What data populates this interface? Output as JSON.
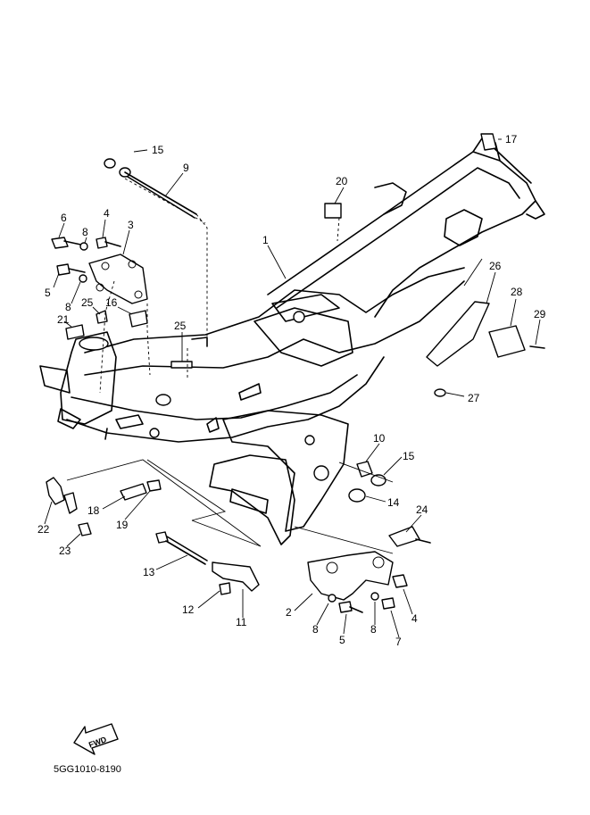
{
  "callouts": {
    "c1": "1",
    "c2": "2",
    "c3": "3",
    "c4a": "4",
    "c4b": "4",
    "c5a": "5",
    "c5b": "5",
    "c6": "6",
    "c7": "7",
    "c8a": "8",
    "c8b": "8",
    "c8c": "8",
    "c8d": "8",
    "c9": "9",
    "c10": "10",
    "c11": "11",
    "c12": "12",
    "c13": "13",
    "c14": "14",
    "c15a": "15",
    "c15b": "15",
    "c16": "16",
    "c17": "17",
    "c18": "18",
    "c19": "19",
    "c20": "20",
    "c21": "21",
    "c22": "22",
    "c23": "23",
    "c24": "24",
    "c25a": "25",
    "c25b": "25",
    "c26": "26",
    "c27": "27",
    "c28": "28",
    "c29": "29"
  },
  "direction_arrow": "FWD",
  "reference_code": "5GG1010-8190"
}
